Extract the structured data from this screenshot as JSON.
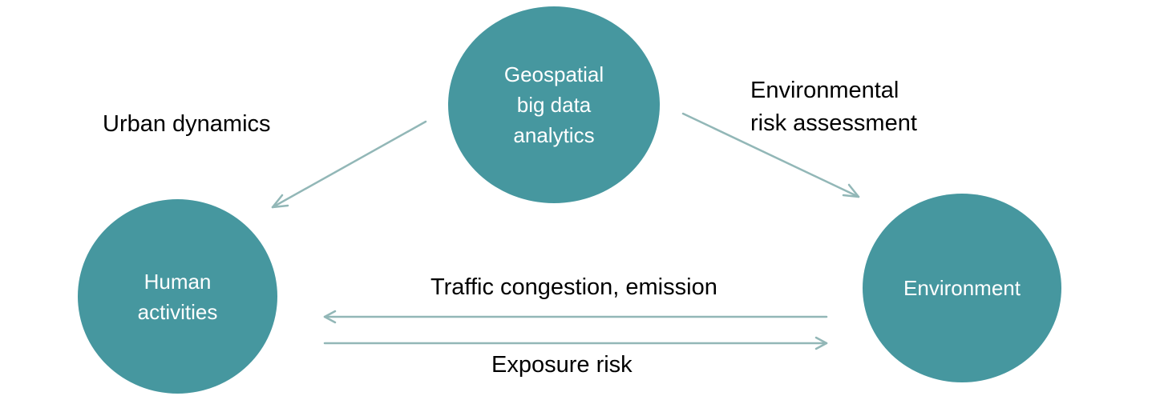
{
  "colors": {
    "node_fill": "#46979f",
    "arrow": "#92b7b7",
    "text": "#000000",
    "node_text": "#ffffff"
  },
  "nodes": {
    "geospatial": "Geospatial\nbig data\nanalytics",
    "human": "Human\nactivities",
    "environment": "Environment"
  },
  "edges": {
    "urban_dynamics": "Urban dynamics",
    "environmental_risk": "Environmental\nrisk assessment",
    "traffic": "Traffic congestion, emission",
    "exposure": "Exposure risk"
  }
}
